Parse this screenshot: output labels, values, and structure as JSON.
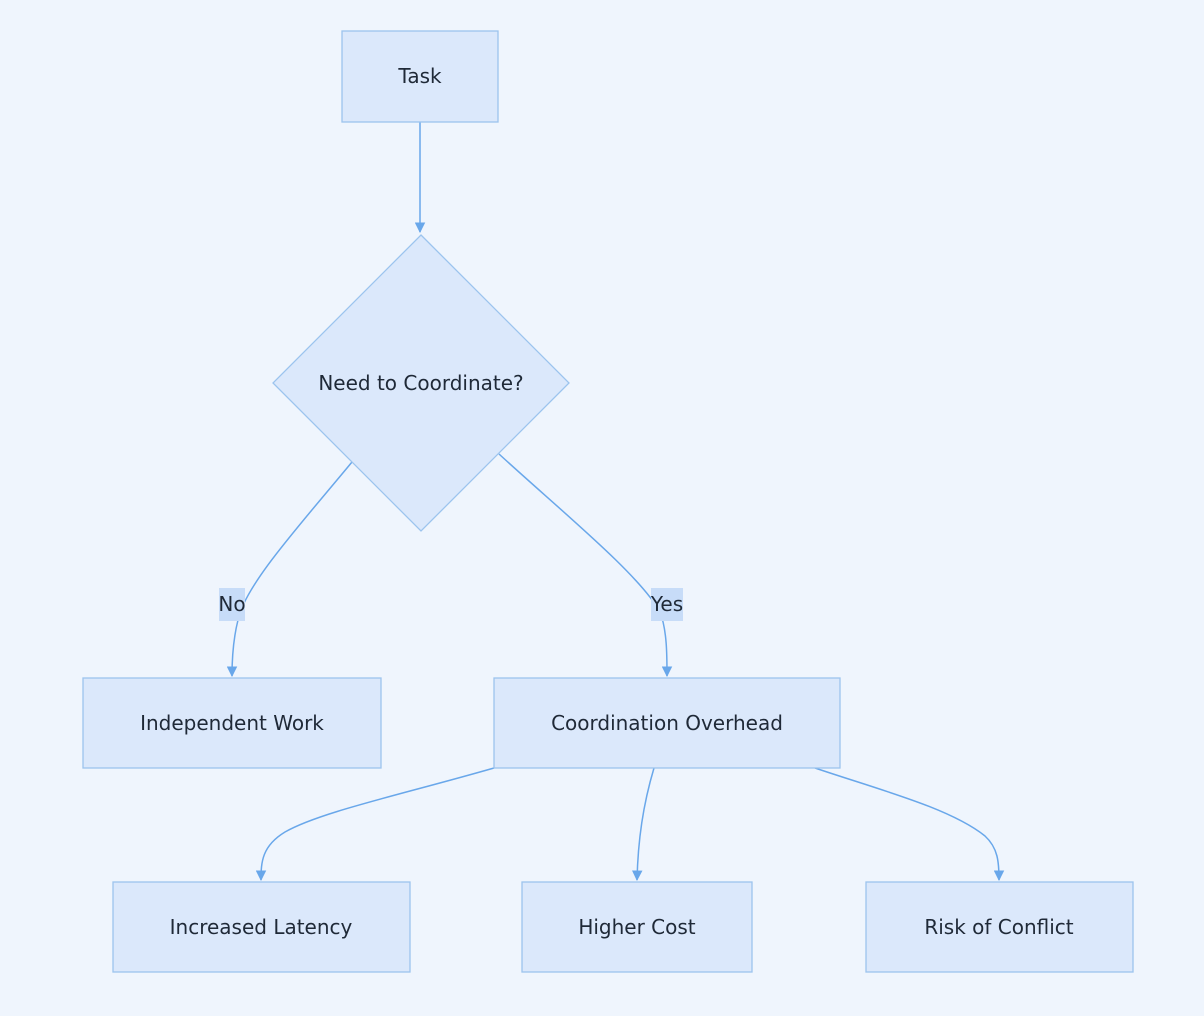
{
  "diagram": {
    "nodes": {
      "task": "Task",
      "decision": "Need to Coordinate?",
      "independent_work": "Independent Work",
      "coordination_overhead": "Coordination Overhead",
      "increased_latency": "Increased Latency",
      "higher_cost": "Higher Cost",
      "risk_of_conflict": "Risk of Conflict"
    },
    "edge_labels": {
      "no": "No",
      "yes": "Yes"
    },
    "colors": {
      "background": "#eff5fd",
      "node_fill": "#dbe8fb",
      "node_border": "#9cc4ee",
      "edge": "#69a7ea",
      "label_bg": "#c7dcf8",
      "text": "#1f2937"
    }
  }
}
